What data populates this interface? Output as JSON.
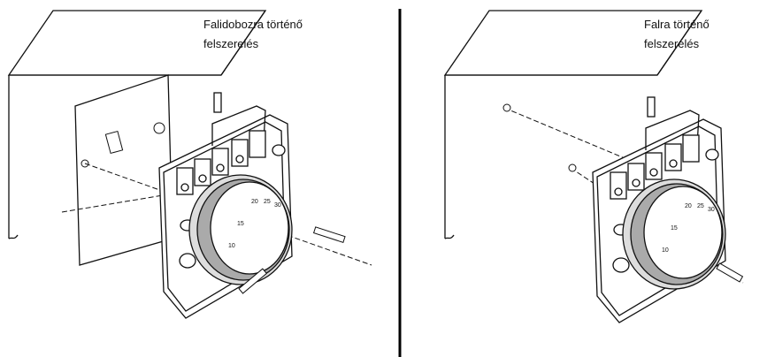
{
  "panels": [
    {
      "caption_line1": "Falidobozra történő",
      "caption_line2": "felszerelés"
    },
    {
      "caption_line1": "Falra történő",
      "caption_line2": "felszerelés"
    }
  ],
  "dial_scale": [
    "10",
    "15",
    "20",
    "25",
    "30"
  ]
}
